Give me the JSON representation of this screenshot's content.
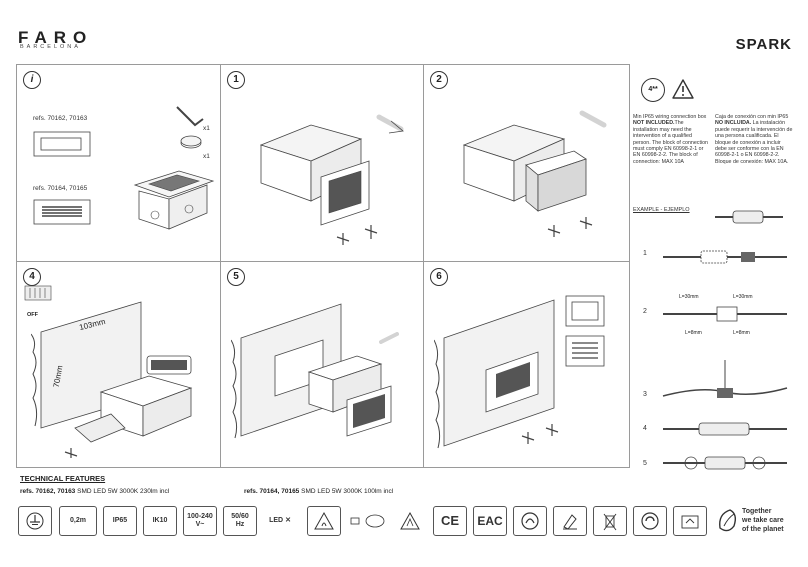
{
  "header": {
    "brand": "FARO",
    "brand_sub": "BARCELONA",
    "product": "SPARK"
  },
  "panels": {
    "p1_num": "i",
    "p2_num": "1",
    "p3_num": "2",
    "p4_num": "4",
    "p5_num": "5",
    "p6_num": "6",
    "refs_a": "refs. 70162, 70163",
    "refs_b": "refs. 70164, 70165",
    "qty_1": "x1",
    "qty_2": "x1",
    "dim_width": "103mm",
    "dim_height": "70mm",
    "off_label": "OFF"
  },
  "side": {
    "step_badge": "4**",
    "note_en_1": "Min IP65 wiring connection box ",
    "note_en_bold": "NOT INCLUDED.",
    "note_en_2": "The installation may need the intervention of a qualified person. The block of connection must comply EN 60998-2-1 or EN 60998-2-2. The block of connection: MAX 10A",
    "note_es_1": "Caja de conexión con min IP65 ",
    "note_es_bold": "NO INCLUIDA.",
    "note_es_2": " La instalación puede requerir la intervención de una persona cualificada. El bloque de conexión a incluir debe ser conforme con la EN 60998-2-1 o EN 60998-2-2. Bloque de conexión: MAX 10A.",
    "example": "EXAMPLE - EJEMPLO",
    "steps": [
      "1",
      "2",
      "3",
      "4",
      "5"
    ],
    "l30_a": "L=30mm",
    "l30_b": "L=30mm",
    "l8_a": "L=8mm",
    "l8_b": "L=8mm"
  },
  "tech": {
    "title": "TECHNICAL FEATURES",
    "line1_ref": "refs. 70162, 70163",
    "line1_text": " SMD LED 5W 3000K 230lm incl",
    "line2_ref": "refs. 70164, 70165",
    "line2_text": " SMD LED 5W 3000K 100lm incl"
  },
  "icons": {
    "distance": "0,2m",
    "ip": "IP65",
    "ik": "IK10",
    "voltage_1": "100-240",
    "voltage_2": "V~",
    "freq_1": "50/60",
    "freq_2": "Hz",
    "led": "LED",
    "ce": "CE",
    "eac": "EAC",
    "planet_1": "Together",
    "planet_2": "we take care",
    "planet_3": "of the planet"
  }
}
